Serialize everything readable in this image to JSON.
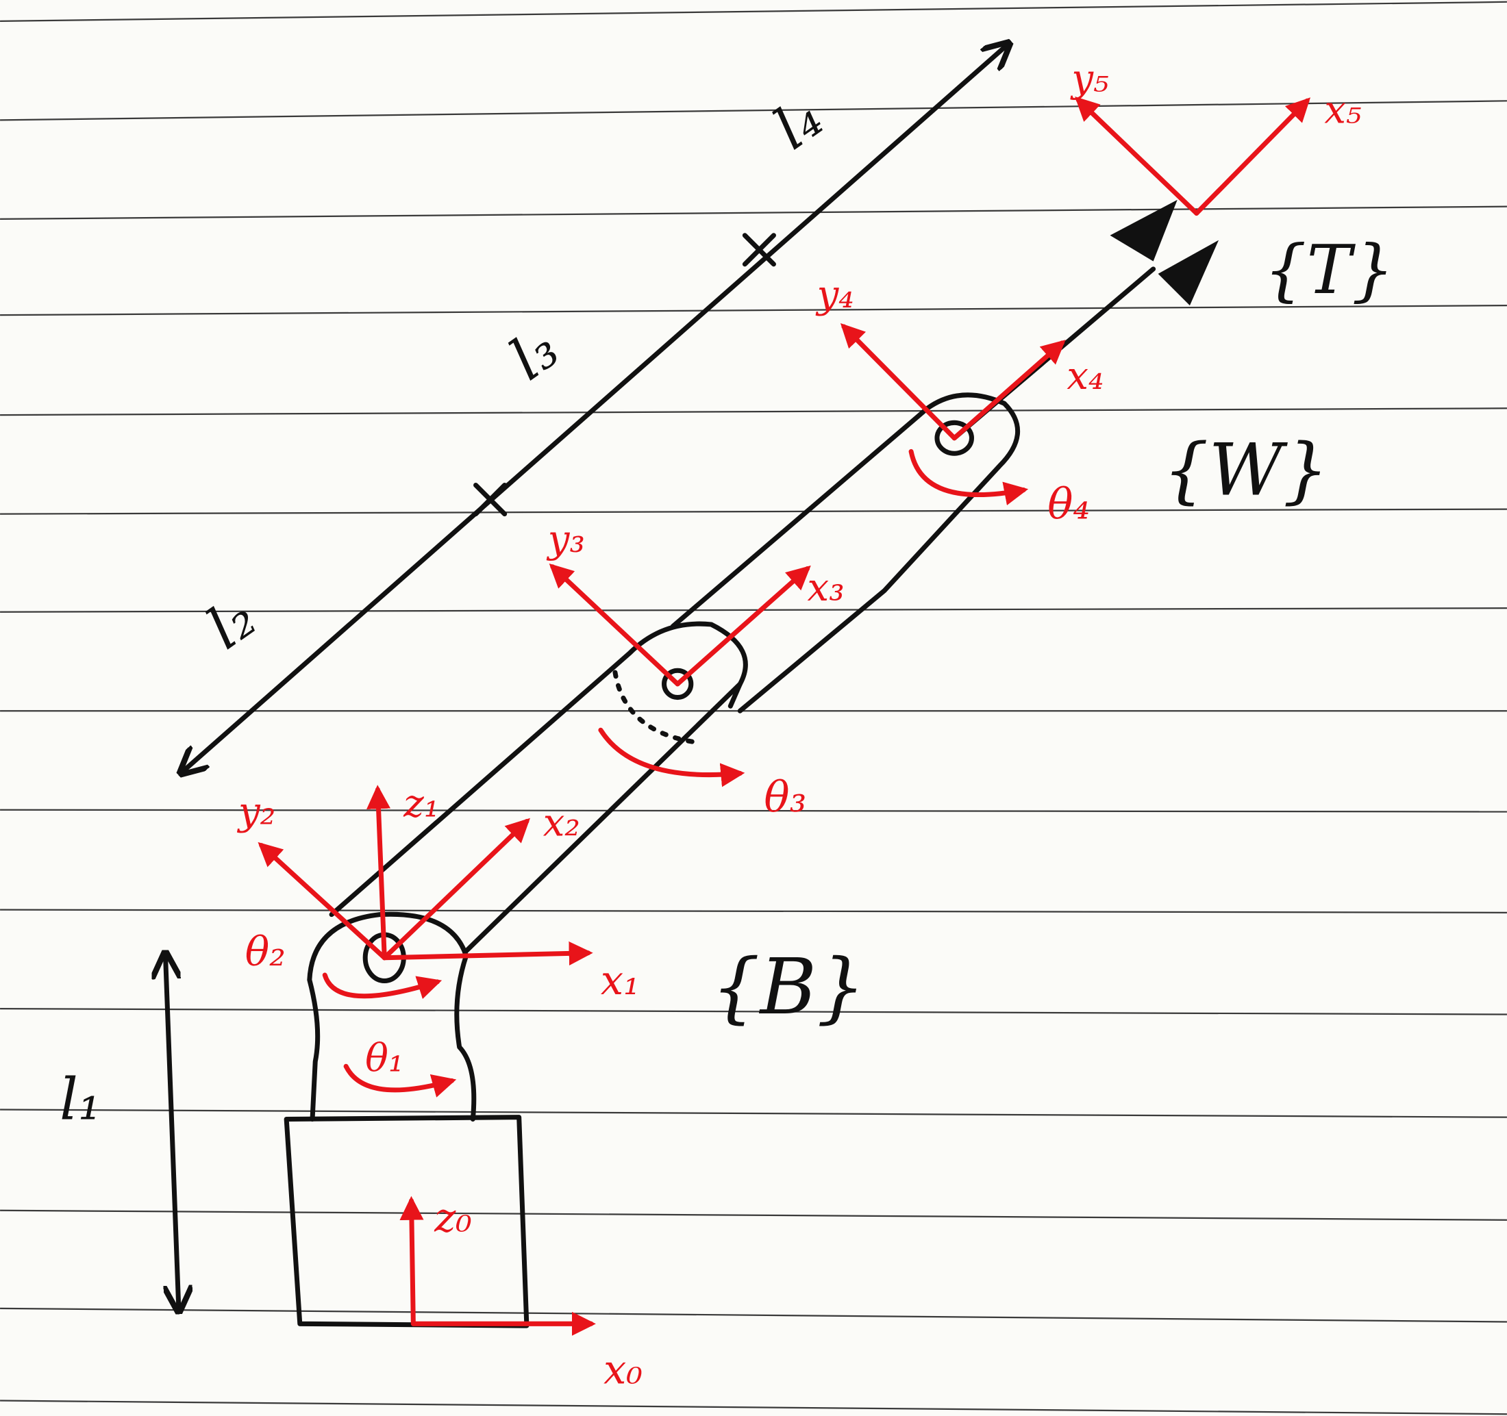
{
  "title": "Hand-drawn 4-DOF robot arm with coordinate frames",
  "colors": {
    "ink": "#111111",
    "frames": "#e8141a",
    "paper": "#fbfbf8",
    "rules": "#3a3a3a"
  },
  "link_lengths": {
    "l1": "l₁",
    "l2": "l₂",
    "l3": "l₃",
    "l4": "l₄"
  },
  "frame_names": {
    "base": "{B}",
    "wrist": "{W}",
    "tool": "{T}"
  },
  "joint_angles": {
    "theta1": "θ₁",
    "theta2": "θ₂",
    "theta3": "θ₃",
    "theta4": "θ₄"
  },
  "axes": {
    "x0": "x₀",
    "z0": "z₀",
    "x1": "x₁",
    "z1": "z₁",
    "x2": "x₂",
    "y2": "y₂",
    "x3": "x₃",
    "y3": "y₃",
    "x4": "x₄",
    "y4": "y₄",
    "x5": "x₅",
    "y5": "y₅"
  }
}
